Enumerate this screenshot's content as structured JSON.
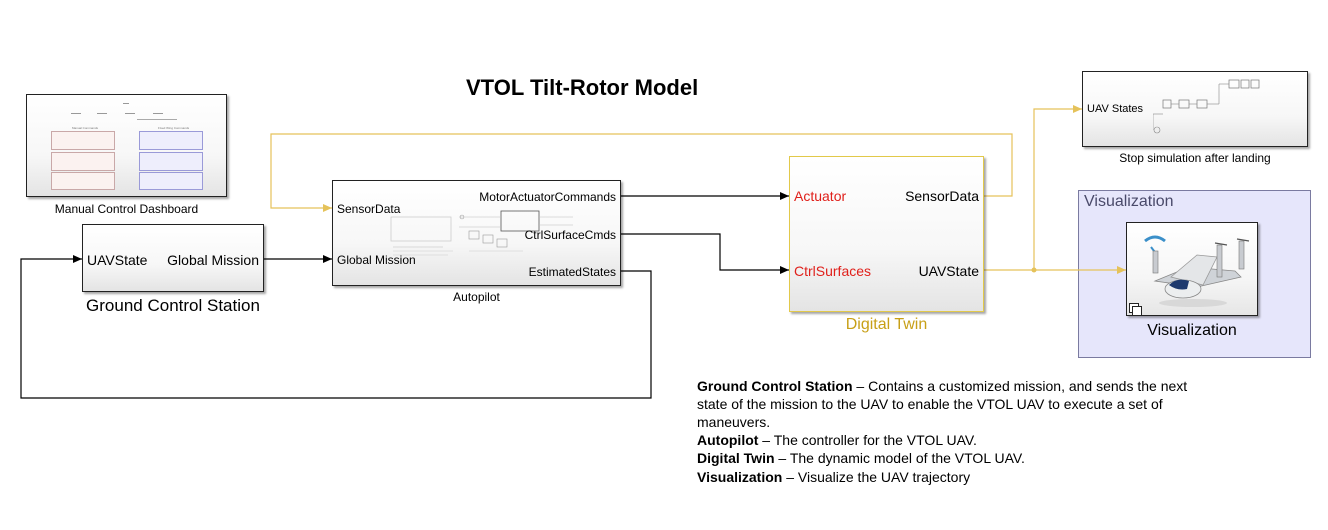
{
  "title": "VTOL Tilt-Rotor Model",
  "colors": {
    "wire_black": "#000000",
    "wire_yellow": "#e5c25a",
    "digital_twin_border": "#e2c94a",
    "digital_twin_label": "#c8a018",
    "actuator_port": "#e0201b",
    "visualization_bg": "#e6e6fb",
    "visualization_border": "#7a7aa0"
  },
  "blocks": {
    "manual_dashboard": {
      "caption": "Manual Control Dashboard",
      "inner_left_title": "Manual Commands",
      "inner_right_title": "Fixed Wing Commands"
    },
    "ground_control_station": {
      "caption": "Ground Control Station",
      "input_port": "UAVState",
      "output_port": "Global Mission"
    },
    "autopilot": {
      "caption": "Autopilot",
      "in_sensor_data": "SensorData",
      "in_global_mission": "Global Mission",
      "out_motor_cmds": "MotorActuatorCommands",
      "out_ctrl_surface": "CtrlSurfaceCmds",
      "out_estimated_states": "EstimatedStates"
    },
    "digital_twin": {
      "caption": "Digital Twin",
      "in_actuator": "Actuator",
      "in_ctrl_surfaces": "CtrlSurfaces",
      "out_sensor_data": "SensorData",
      "out_uav_state": "UAVState"
    },
    "stop_simulation": {
      "caption": "Stop simulation after landing",
      "input_port": "UAV States"
    },
    "visualization": {
      "area_title": "Visualization",
      "caption": "Visualization",
      "aircraft_icon": "tilt-rotor-aircraft-icon"
    }
  },
  "description": [
    {
      "term": "Ground Control Station",
      "text": " – Contains a customized mission, and sends the next state of the mission to the UAV to enable the VTOL UAV to execute a set of maneuvers."
    },
    {
      "term": "Autopilot",
      "text": " – The controller for the VTOL UAV."
    },
    {
      "term": "Digital Twin",
      "text": " –  The dynamic model of the VTOL UAV."
    },
    {
      "term": "Visualization",
      "text": " – Visualize the UAV trajectory"
    }
  ]
}
